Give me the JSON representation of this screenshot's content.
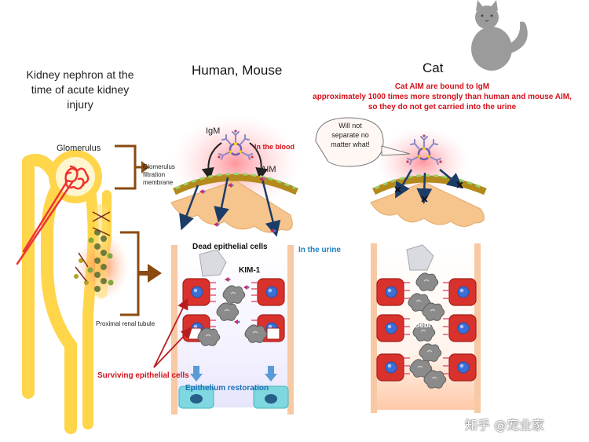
{
  "left": {
    "title": "Kidney nephron at the time of acute kidney injury",
    "glomerulus": "Glomerulus",
    "filtration_membrane": "Glomerulus filtration membrane",
    "proximal_tubule": "Proximal renal tubule"
  },
  "middle": {
    "title": "Human, Mouse",
    "igm": "IgM",
    "aim": "AIM",
    "in_blood": "In the blood",
    "dead_cells": "Dead epithelial cells",
    "kim1": "KIM-1",
    "in_urine": "In the urine",
    "surviving_cells": "Surviving epithelial cells",
    "restoration": "Epithelium restoration"
  },
  "right": {
    "title": "Cat",
    "headline_1": "Cat AIM are bound to IgM",
    "headline_2": "approximately 1000 times more strongly than human and mouse AIM,",
    "headline_3": "so they do not get carried into the urine",
    "bubble": "Will not separate no matter what!",
    "debris": "Debris"
  },
  "watermark": "知乎 @宠业家",
  "colors": {
    "cell_red": "#d9322c",
    "nucleus_blue": "#3a6fd8",
    "membrane": "#b38a1b",
    "kidney_yellow": "#ffd54a",
    "glomerulus_red": "#e33",
    "arrow_brown": "#8a4a10",
    "arrow_navy": "#1c3c68"
  }
}
